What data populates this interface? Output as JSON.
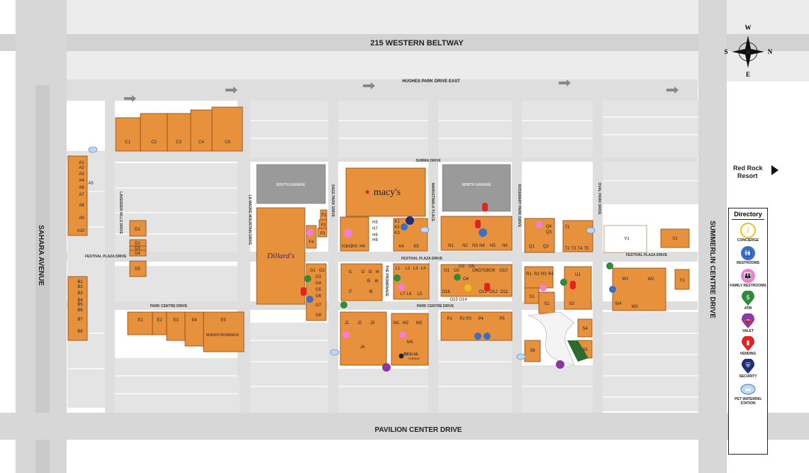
{
  "roads": {
    "beltway": "215 WESTERN BELTWAY",
    "hughes": "HUGHES PARK DRIVE EAST",
    "sahara": "SAHARA AVENUE",
    "summerlin": "SUMMERLIN CENTRE DRIVE",
    "pavilion": "PAVILION CENTER DRIVE",
    "festival_w": "FESTIVAL PLAZA DRIVE",
    "festival_c": "FESTIVAL PLAZA DRIVE",
    "festival_e": "FESTIVAL PLAZA DRIVE",
    "park_centre_w": "PARK CENTRE DRIVE",
    "park_centre_c": "PARK CENTRE DRIVE",
    "summa": "SUMMA DRIVE",
    "lavender": "LAVENDER HILLS DRIVE",
    "la_madre": "LA MADRE MOUNTAIN DRIVE",
    "sage": "SAGE PARK DRIVE",
    "promenade": "THE PROMENADE",
    "market": "MARKETWALK PLACE",
    "rosemary": "ROSEMARY PARK DRIVE",
    "oval": "OVAL PARK DRIVE"
  },
  "garages": {
    "south": "SOUTH GARAGE",
    "north": "NORTH GARAGE"
  },
  "anchors": {
    "dillards": "Dillard's",
    "macys_star": "★",
    "macys": "macy's",
    "nordstrom": "NORDSTROMRACK",
    "regal": "REGAL",
    "regal_sub": "CINEMAS"
  },
  "compass": {
    "n": "N",
    "s": "S",
    "e": "E",
    "w": "W"
  },
  "red_rock": {
    "line1": "Red Rock",
    "line2": "Resort"
  },
  "stores": [
    {
      "id": "C1",
      "label": "C1"
    },
    {
      "id": "C2",
      "label": "C2"
    },
    {
      "id": "C3",
      "label": "C3"
    },
    {
      "id": "C4",
      "label": "C4"
    },
    {
      "id": "C5",
      "label": "C5"
    },
    {
      "id": "A1",
      "label": "A1"
    },
    {
      "id": "A2",
      "label": "A2"
    },
    {
      "id": "A3",
      "label": "A3"
    },
    {
      "id": "A4",
      "label": "A4"
    },
    {
      "id": "A5",
      "label": "A5"
    },
    {
      "id": "A6",
      "label": "A6"
    },
    {
      "id": "A7",
      "label": "A7"
    },
    {
      "id": "A8",
      "label": "A8"
    },
    {
      "id": "A9",
      "label": "A9"
    },
    {
      "id": "A10",
      "label": "A10"
    },
    {
      "id": "B1",
      "label": "B1"
    },
    {
      "id": "B2",
      "label": "B2"
    },
    {
      "id": "B3",
      "label": "B3"
    },
    {
      "id": "B4",
      "label": "B4"
    },
    {
      "id": "B5",
      "label": "B5"
    },
    {
      "id": "B6",
      "label": "B6"
    },
    {
      "id": "B7",
      "label": "B7"
    },
    {
      "id": "B8",
      "label": "B8"
    },
    {
      "id": "D1",
      "label": "D1"
    },
    {
      "id": "D2",
      "label": "D2"
    },
    {
      "id": "D3",
      "label": "D3"
    },
    {
      "id": "D4",
      "label": "D4"
    },
    {
      "id": "D5",
      "label": "D5"
    },
    {
      "id": "E1",
      "label": "E1"
    },
    {
      "id": "E2",
      "label": "E2"
    },
    {
      "id": "E3",
      "label": "E3"
    },
    {
      "id": "E4",
      "label": "E4"
    },
    {
      "id": "E5",
      "label": "E5"
    },
    {
      "id": "F1",
      "label": "F1"
    },
    {
      "id": "F2",
      "label": "F2"
    },
    {
      "id": "F3",
      "label": "F3"
    },
    {
      "id": "F4",
      "label": "F4"
    },
    {
      "id": "G1",
      "label": "G1"
    },
    {
      "id": "G2",
      "label": "G2"
    },
    {
      "id": "G3",
      "label": "G3"
    },
    {
      "id": "G4",
      "label": "G4"
    },
    {
      "id": "G5",
      "label": "G5"
    },
    {
      "id": "G6",
      "label": "G6"
    },
    {
      "id": "G7",
      "label": "G7"
    },
    {
      "id": "G8",
      "label": "G8"
    },
    {
      "id": "H1",
      "label": "H1"
    },
    {
      "id": "H2",
      "label": "H2"
    },
    {
      "id": "H3",
      "label": "H3"
    },
    {
      "id": "H4",
      "label": "H4"
    },
    {
      "id": "H5",
      "label": "H5"
    },
    {
      "id": "H6",
      "label": "H6"
    },
    {
      "id": "H7",
      "label": "H7"
    },
    {
      "id": "H8",
      "label": "H8"
    },
    {
      "id": "K1",
      "label": "K1"
    },
    {
      "id": "K2",
      "label": "K2"
    },
    {
      "id": "K3",
      "label": "K3"
    },
    {
      "id": "K4",
      "label": "K4"
    },
    {
      "id": "K5",
      "label": "K5"
    },
    {
      "id": "I1",
      "label": "I1"
    },
    {
      "id": "I2",
      "label": "I2"
    },
    {
      "id": "I3",
      "label": "I3"
    },
    {
      "id": "I4",
      "label": "I4"
    },
    {
      "id": "I5",
      "label": "I5"
    },
    {
      "id": "I6",
      "label": "I6"
    },
    {
      "id": "I7",
      "label": "I7"
    },
    {
      "id": "I8",
      "label": "I8"
    },
    {
      "id": "L1",
      "label": "L1"
    },
    {
      "id": "L2",
      "label": "L2"
    },
    {
      "id": "L3",
      "label": "L3"
    },
    {
      "id": "L4",
      "label": "L4"
    },
    {
      "id": "L5",
      "label": "L5"
    },
    {
      "id": "L6",
      "label": "L6"
    },
    {
      "id": "L7",
      "label": "L7"
    },
    {
      "id": "J1",
      "label": "J1"
    },
    {
      "id": "J2",
      "label": "J2"
    },
    {
      "id": "J3",
      "label": "J3"
    },
    {
      "id": "J4",
      "label": "J4"
    },
    {
      "id": "M1",
      "label": "M1"
    },
    {
      "id": "M2",
      "label": "M2"
    },
    {
      "id": "M3",
      "label": "M3"
    },
    {
      "id": "M4",
      "label": "M4"
    },
    {
      "id": "N1",
      "label": "N1"
    },
    {
      "id": "N2",
      "label": "N2"
    },
    {
      "id": "N3",
      "label": "N3"
    },
    {
      "id": "N4",
      "label": "N4"
    },
    {
      "id": "N5",
      "label": "N5"
    },
    {
      "id": "N6",
      "label": "N6"
    },
    {
      "id": "O1",
      "label": "O1"
    },
    {
      "id": "O2",
      "label": "O2"
    },
    {
      "id": "O3",
      "label": "O3"
    },
    {
      "id": "O4",
      "label": "O4"
    },
    {
      "id": "O5",
      "label": "O5"
    },
    {
      "id": "O6",
      "label": "O6"
    },
    {
      "id": "O7",
      "label": "O7"
    },
    {
      "id": "O8",
      "label": "O8"
    },
    {
      "id": "O9",
      "label": "O9"
    },
    {
      "id": "O10",
      "label": "O10"
    },
    {
      "id": "O11",
      "label": "O11"
    },
    {
      "id": "O12",
      "label": "O12"
    },
    {
      "id": "O13",
      "label": "O13"
    },
    {
      "id": "O14",
      "label": "O14"
    },
    {
      "id": "O15",
      "label": "O15"
    },
    {
      "id": "O16",
      "label": "O16"
    },
    {
      "id": "P1",
      "label": "P1"
    },
    {
      "id": "P2",
      "label": "P2"
    },
    {
      "id": "P3",
      "label": "P3"
    },
    {
      "id": "P4",
      "label": "P4"
    },
    {
      "id": "P5",
      "label": "P5"
    },
    {
      "id": "Q1",
      "label": "Q1"
    },
    {
      "id": "Q2",
      "label": "Q2"
    },
    {
      "id": "Q3",
      "label": "Q3"
    },
    {
      "id": "Q4",
      "label": "Q4"
    },
    {
      "id": "R1",
      "label": "R1"
    },
    {
      "id": "R2",
      "label": "R2"
    },
    {
      "id": "R3",
      "label": "R3"
    },
    {
      "id": "R4",
      "label": "R4"
    },
    {
      "id": "S1",
      "label": "S1"
    },
    {
      "id": "S2",
      "label": "S2"
    },
    {
      "id": "S3",
      "label": "S3"
    },
    {
      "id": "S4",
      "label": "S4"
    },
    {
      "id": "S5",
      "label": "S5"
    },
    {
      "id": "S6",
      "label": "S6"
    },
    {
      "id": "T1",
      "label": "T1"
    },
    {
      "id": "T2",
      "label": "T2"
    },
    {
      "id": "T3",
      "label": "T3"
    },
    {
      "id": "T4",
      "label": "T4"
    },
    {
      "id": "T5",
      "label": "T5"
    },
    {
      "id": "U1",
      "label": "U1"
    },
    {
      "id": "V1",
      "label": "V1"
    },
    {
      "id": "X1",
      "label": "X1"
    },
    {
      "id": "Y1",
      "label": "Y1"
    },
    {
      "id": "W1",
      "label": "W1"
    },
    {
      "id": "W2",
      "label": "W2"
    },
    {
      "id": "W3",
      "label": "W3"
    },
    {
      "id": "W4",
      "label": "W4"
    }
  ],
  "directory": {
    "title": "Directory",
    "items": [
      {
        "icon": "concierge-icon",
        "label": "CONCIERGE",
        "color": "#e8c41a",
        "glyph": "i"
      },
      {
        "icon": "restrooms-icon",
        "label": "RESTROOMS",
        "color": "#3a6fc4",
        "glyph": "🚻"
      },
      {
        "icon": "family-restrooms-icon",
        "label": "FAMILY RESTROOMS",
        "color": "#ef7fd6",
        "glyph": "👪"
      },
      {
        "icon": "atm-icon",
        "label": "ATM",
        "color": "#2e8b3a",
        "glyph": "$"
      },
      {
        "icon": "valet-icon",
        "label": "VALET",
        "color": "#8e35a8",
        "glyph": "🚗"
      },
      {
        "icon": "vending-icon",
        "label": "VENDING",
        "color": "#e32222",
        "glyph": "▮"
      },
      {
        "icon": "security-icon",
        "label": "SECURITY",
        "color": "#1f2e7a",
        "glyph": "⛨"
      },
      {
        "icon": "pet-watering-icon",
        "label": "PET WATERING STATION",
        "color": "#bcd8f5",
        "glyph": "▬"
      }
    ]
  }
}
